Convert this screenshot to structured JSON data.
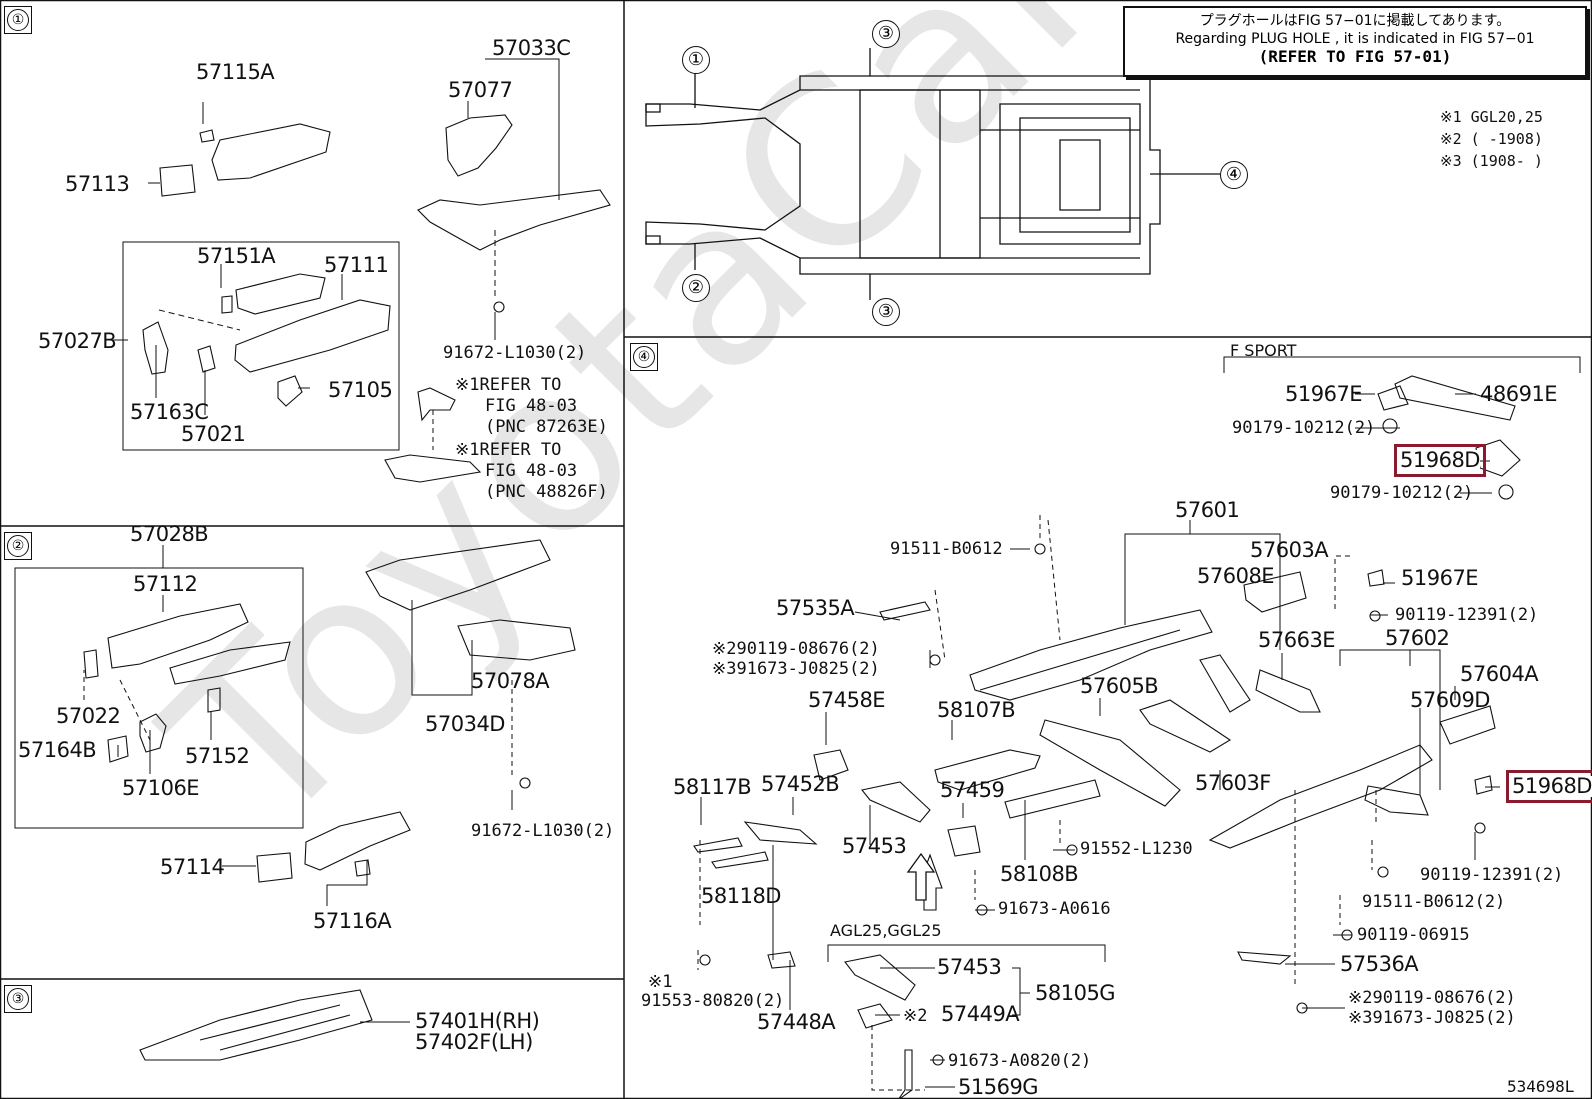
{
  "watermark": "ToyotaCarMine.ru",
  "accent_color": "#8b1a2e",
  "sections": {
    "s1": "①",
    "s2": "②",
    "s3": "③",
    "s4": "④"
  },
  "overview": {
    "callouts": [
      "①",
      "②",
      "③",
      "③",
      "④"
    ]
  },
  "note": {
    "line_jp": "プラグホールはFIG 57−01に掲載してあります。",
    "line_en": "Regarding PLUG HOLE , it is indicated in FIG 57−01",
    "line_ref": "(REFER TO FIG 57-01)"
  },
  "legend": {
    "l1": "※1 GGL20,25",
    "l2": "※2 (      -1908)",
    "l3": "※3 (1908-      )"
  },
  "section1": {
    "p57115A": "57115A",
    "p57113": "57113",
    "p57033C": "57033C",
    "p57077": "57077",
    "p57151A": "57151A",
    "p57111": "57111",
    "p57027B": "57027B",
    "p57163C": "57163C",
    "p57021": "57021",
    "p57105": "57105",
    "p91672": "91672-L1030(2)",
    "refer1_a": "※1REFER TO",
    "refer1_b": "FIG 48-03",
    "refer1_c": "(PNC 87263E)",
    "refer2_a": "※1REFER TO",
    "refer2_b": "FIG 48-03",
    "refer2_c": "(PNC 48826F)"
  },
  "section2": {
    "p57028B": "57028B",
    "p57112": "57112",
    "p57022": "57022",
    "p57164B": "57164B",
    "p57106E": "57106E",
    "p57152": "57152",
    "p57078A": "57078A",
    "p57034D": "57034D",
    "p91672": "91672-L1030(2)",
    "p57114": "57114",
    "p57116A": "57116A"
  },
  "section3": {
    "p57401H": "57401H(RH)",
    "p57402F": "57402F(LH)"
  },
  "section4": {
    "fsport": "F SPORT",
    "p51967E_a": "51967E",
    "p48691E": "48691E",
    "p90179_a": "90179-10212(2)",
    "p51968D_a": "51968D",
    "p90179_b": "90179-10212(2)",
    "p57601": "57601",
    "p91511_a": "91511-B0612",
    "p57603A": "57603A",
    "p57608E": "57608E",
    "p51967E_b": "51967E",
    "p57535A": "57535A",
    "p90119_a": "90119-12391(2)",
    "p57602": "57602",
    "p57663E": "57663E",
    "p90119_08676_a": "※290119-08676(2)",
    "p91673_J0825_a": "※391673-J0825(2)",
    "p57604A": "57604A",
    "p57609D": "57609D",
    "p57458E": "57458E",
    "p58107B": "58107B",
    "p57605B": "57605B",
    "p58117B": "58117B",
    "p57452B": "57452B",
    "p57459": "57459",
    "p57603F": "57603F",
    "p51968D_b": "51968D",
    "p57453_a": "57453",
    "p91552": "91552-L1230",
    "p58108B": "58108B",
    "p90119_b": "90119-12391(2)",
    "p91511_b": "91511-B0612(2)",
    "p58118D": "58118D",
    "p91673_A0616": "91673-A0616",
    "p90119_06915": "90119-06915",
    "agl": "AGL25,GGL25",
    "p57536A": "57536A",
    "p57453_b": "57453",
    "p58105G": "58105G",
    "p91553_a": "※1",
    "p91553_b": "91553-80820(2)",
    "p57449A": "57449A",
    "p57449A_mark": "※2",
    "p57448A": "57448A",
    "p90119_08676_b": "※290119-08676(2)",
    "p91673_J0825_b": "※391673-J0825(2)",
    "p91673_A0820": "91673-A0820(2)",
    "p51569G": "51569G",
    "fig_id": "534698L"
  }
}
